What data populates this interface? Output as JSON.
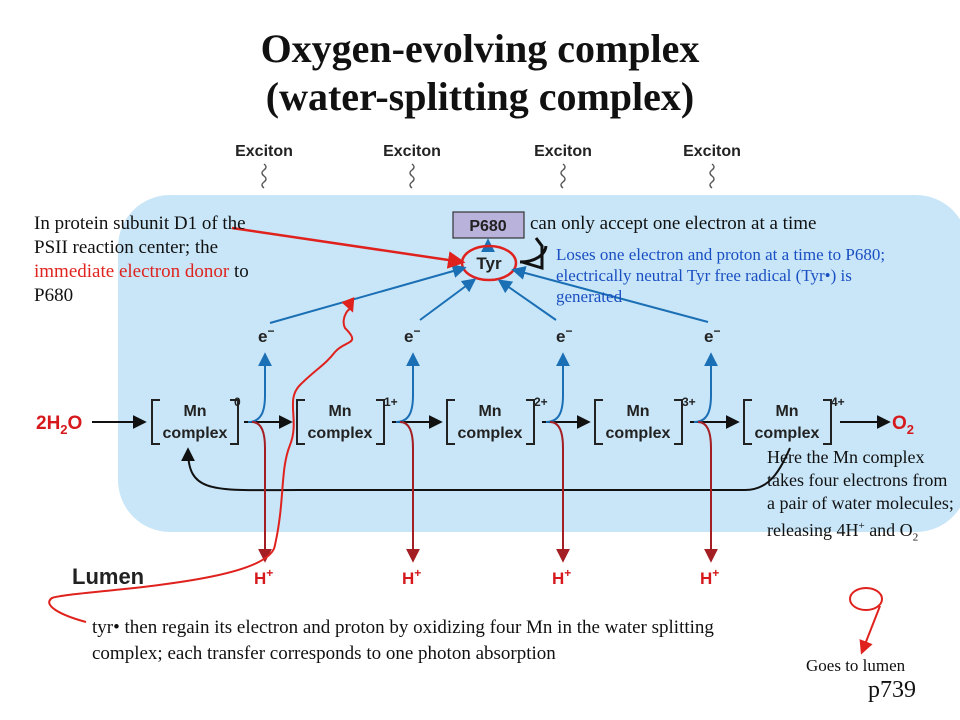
{
  "title": {
    "line1": "Oxygen-evolving complex",
    "line2": "(water-splitting complex)"
  },
  "diagram": {
    "exciton_label": "Exciton",
    "p680": "P680",
    "tyr": "Tyr",
    "electron": "e",
    "electron_sup": "−",
    "water": "2H",
    "water_sub": "2",
    "water_o": "O",
    "oxygen": "O",
    "oxygen_sub": "2",
    "mn_line1": "Mn",
    "mn_line2": "complex",
    "states": [
      "0",
      "1+",
      "2+",
      "3+",
      "4+"
    ],
    "proton": "H",
    "proton_sup": "+",
    "lumen": "Lumen",
    "colors": {
      "membrane": "#c8e6f8",
      "arrow_blue": "#1b6fb5",
      "arrow_red": "#a41f24",
      "annotation_red": "#e0221e",
      "p680_box": "#b9b3dc"
    }
  },
  "notes": {
    "d1_part1": "In protein subunit D1 of the PSII reaction center; the ",
    "d1_red": "immediate electron donor",
    "d1_part2": " to P680",
    "p680_note": "can only accept one electron at a time",
    "tyr_note": "Loses one electron and proton at a time to P680; electrically neutral Tyr free radical (Tyr•) is generated",
    "mn_note_part1": "Here the Mn complex takes four electrons from a pair of water molecules; releasing 4H",
    "mn_note_sup": "+",
    "mn_note_part2": " and O",
    "mn_note_sub": "2",
    "lumen_note": "Goes to lumen",
    "tyr_regain": "tyr• then regain its electron and proton by oxidizing four Mn in the water splitting complex; each transfer corresponds to one photon absorption",
    "page_ref": "p739"
  }
}
